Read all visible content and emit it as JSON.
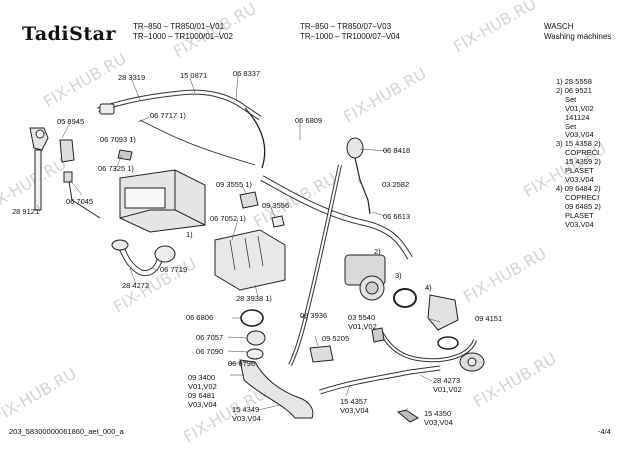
{
  "brand": "TadiStar",
  "header": {
    "col1_line1": "TR–850    – TR850/01–V01",
    "col1_line2": "TR–1000  – TR1000/01–V02",
    "col2_line1": "TR–850    – TR850/07–V03",
    "col2_line2": "TR–1000  – TR1000/07–V04",
    "category": "WASCH",
    "category_en": "Washing machines"
  },
  "legend": [
    "1) 28 5558",
    "2) 06 9521",
    "Set",
    "V01,V02",
    "141124",
    "Set",
    "V03,V04",
    "3) 15 4358 2)",
    "COPRECI",
    "15 4359 2)",
    "PLASET",
    "V03,V04",
    "4) 09 6484 2)",
    "COPRECI",
    "09 6485 2)",
    "PLASET",
    "V03,V04"
  ],
  "parts": {
    "p283319": "28 3319",
    "p150871": "15 0871",
    "p068337": "06 8337",
    "p067717": "06 7717 1)",
    "p058945": "05 8945",
    "p067093": "06 7093 1)",
    "p066809": "06 6809",
    "p068418": "06 8418",
    "p067325": "06 7325 1)",
    "p093555": "09 3555 1)",
    "p032582": "03 2582",
    "p289121": "28 9121",
    "p067045": "06 7045",
    "p093556": "09 3556",
    "p066613": "06 6613",
    "p067052": "06 7052 1)",
    "n1": "1)",
    "n2": "2)",
    "n3": "3)",
    "n4": "4)",
    "p067719": "06 7719",
    "p284272": "28 4272",
    "p283938": "28 3938 1)",
    "p066806": "06 6806",
    "p093936": "09 3936",
    "p035540": "03 5540",
    "p035540v": "V01,V02",
    "p094151": "09 4151",
    "p067057": "06 7057",
    "p067090": "06 7090",
    "p095205": "09 5205",
    "p066796": "06 6796",
    "p093400": "09 3400",
    "p093400v": "V01,V02",
    "p096481": "09 6481",
    "p096481v": "V03,V04",
    "p284273": "28 4273",
    "p284273v": "V01,V02",
    "p154349": "15 4349",
    "p154349v": "V03,V04",
    "p154357": "15 4357",
    "p154357v": "V03,V04",
    "p154350": "15 4350",
    "p154350v": "V03,V04"
  },
  "footer": {
    "doc_id": "203_58300000061860_aet_000_a",
    "page": "-4/4"
  },
  "watermark": "FIX-HUB.RU"
}
